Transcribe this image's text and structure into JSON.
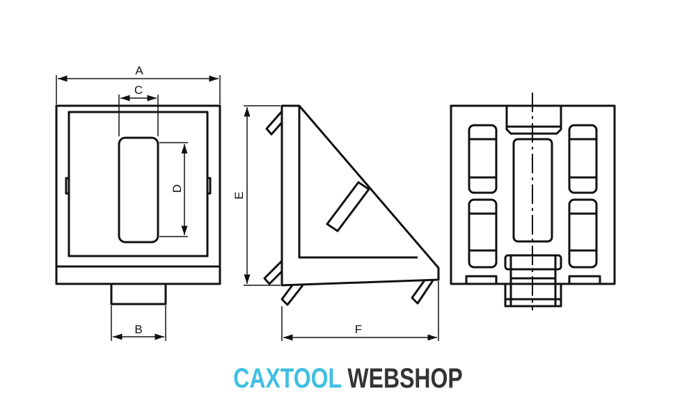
{
  "drawing": {
    "dimensions": {
      "A": "A",
      "B": "B",
      "C": "C",
      "D": "D",
      "E": "E",
      "F": "F"
    }
  },
  "logo": {
    "part1": "CAXTOOL",
    "part2": "WEBSHOP",
    "color1": "#3fbfe2",
    "color2": "#333333"
  }
}
